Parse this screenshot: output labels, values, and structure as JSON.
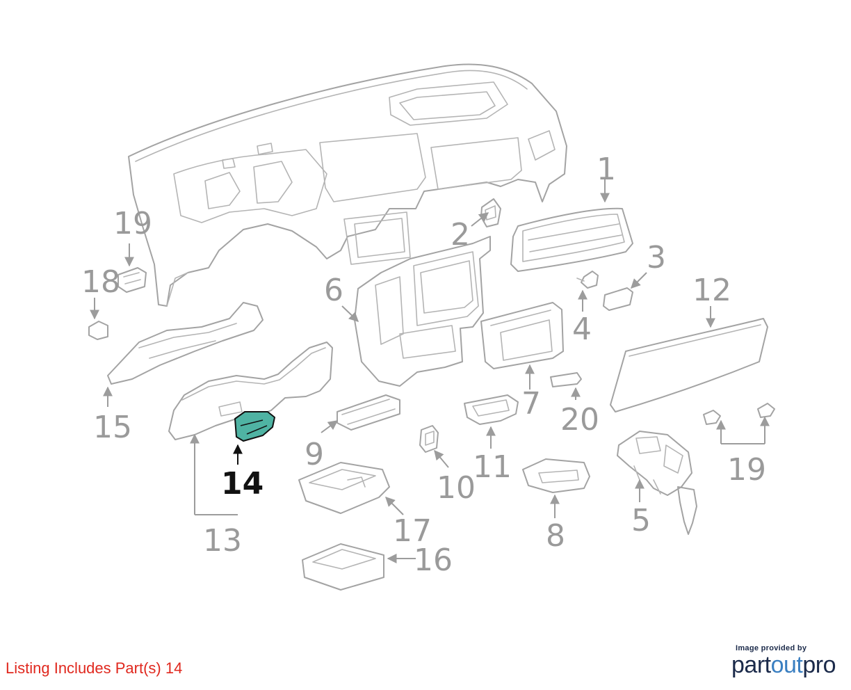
{
  "caption": {
    "prefix": "Listing Includes Part(s)",
    "parts": "14"
  },
  "branding": {
    "tagline": "Image provided by",
    "name_part1": "part",
    "name_part2": "out",
    "name_part3": "pro"
  },
  "highlight_color": "#4fb3a3",
  "callouts": {
    "c1": "1",
    "c2": "2",
    "c3": "3",
    "c4": "4",
    "c5": "5",
    "c6": "6",
    "c7": "7",
    "c8": "8",
    "c9": "9",
    "c10": "10",
    "c11": "11",
    "c12": "12",
    "c13": "13",
    "c14": "14",
    "c15": "15",
    "c16": "16",
    "c17": "17",
    "c18": "18",
    "c19a": "19",
    "c19b": "19",
    "c20": "20"
  }
}
